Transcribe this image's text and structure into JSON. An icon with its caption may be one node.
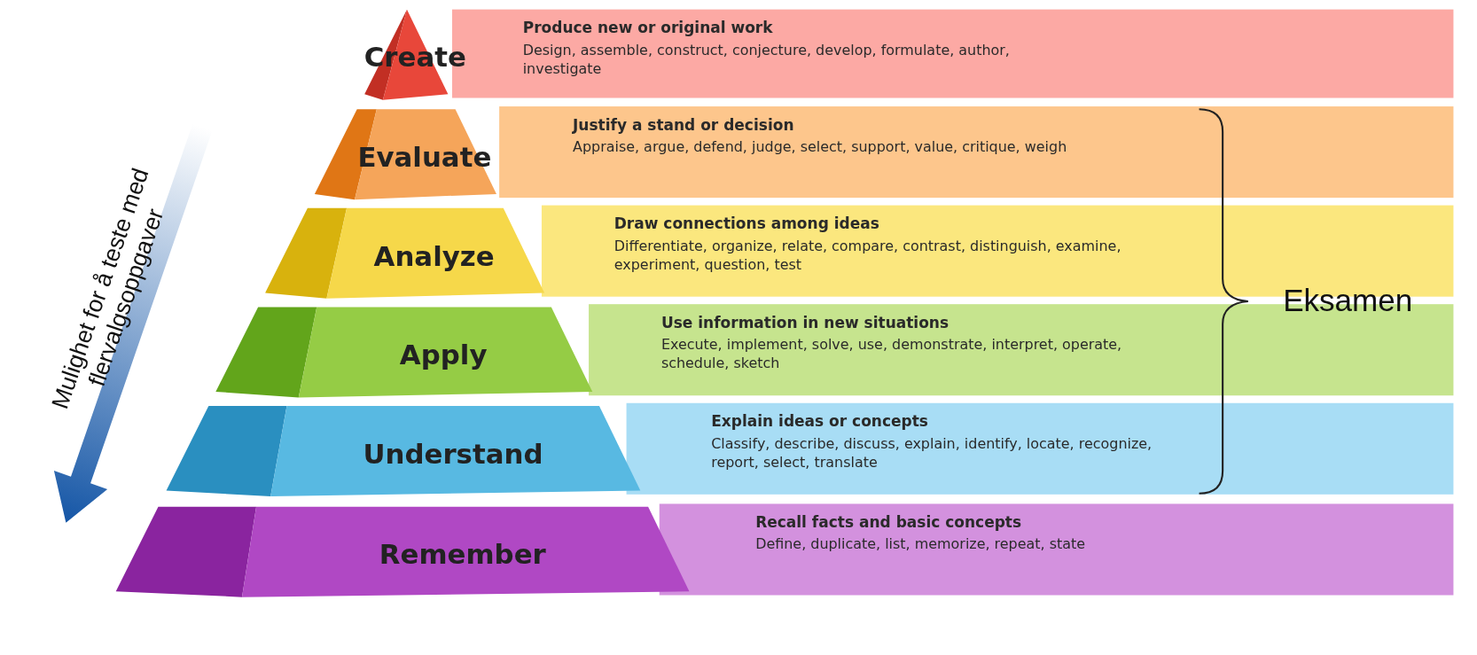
{
  "diagram": {
    "nodes": [
      {
        "text": [
          "Create"
        ]
      },
      {
        "text": [
          "Produce new or original work",
          "Design, assemble, construct, conjecture, develop, formulate, author, investigate"
        ]
      },
      {
        "text": [
          "Evaluate"
        ]
      },
      {
        "text": [
          "Justify a stand or decision",
          "Appraise, argue, defend, judge, select, support, value, critique, weigh"
        ]
      },
      {
        "text": [
          "Analyze"
        ]
      },
      {
        "text": [
          "Draw connections among ideas",
          "Differentiate, organize, relate, compare, contrast, distinguish, examine, experiment, question, test"
        ]
      },
      {
        "text": [
          "Apply"
        ]
      },
      {
        "text": [
          "Use information in new situations",
          "Execute, implement, solve, use, demonstrate, interpret, operate, schedule, sketch"
        ]
      },
      {
        "text": [
          "Understand"
        ]
      },
      {
        "text": [
          "Explain ideas or concepts",
          "Classify, describe, discuss, explain, identify, locate, recognize, report, select, translate"
        ]
      },
      {
        "text": [
          "Remember"
        ]
      },
      {
        "text": [
          "Recall facts and basic concepts",
          "Define, duplicate, list, memorize, repeat, state"
        ]
      }
    ],
    "labels": [
      "Mulighet for å teste med flervalgsoppgaver",
      "Eksamen"
    ]
  }
}
